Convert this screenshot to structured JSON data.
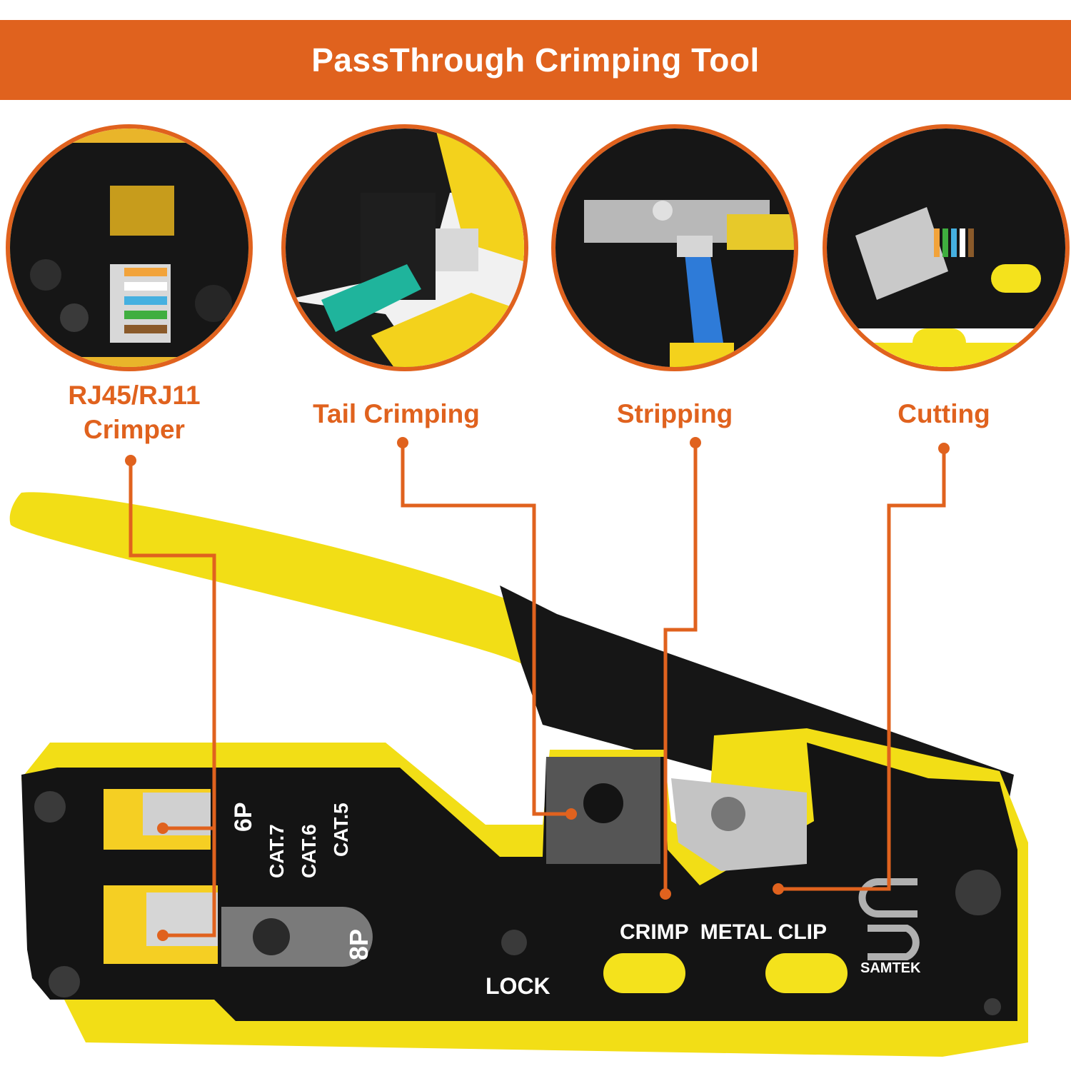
{
  "banner": {
    "title": "PassThrough Crimping Tool"
  },
  "features": [
    {
      "label_line1": "RJ45/RJ11",
      "label_line2": "Crimper"
    },
    {
      "label_line1": "Tail Crimping"
    },
    {
      "label_line1": "Stripping"
    },
    {
      "label_line1": "Cutting"
    }
  ],
  "tool": {
    "six_p": "6P",
    "eight_p": "8P",
    "cat7": "CAT.7",
    "cat6": "CAT.6",
    "cat5": "CAT.5",
    "lock": "LOCK",
    "crimp_metal_clip": "CRIMP  METAL CLIP",
    "brand": "SAMTEK"
  },
  "colors": {
    "accent": "#e0621e",
    "yellow": "#f7e31a",
    "tool_black": "#141414"
  }
}
